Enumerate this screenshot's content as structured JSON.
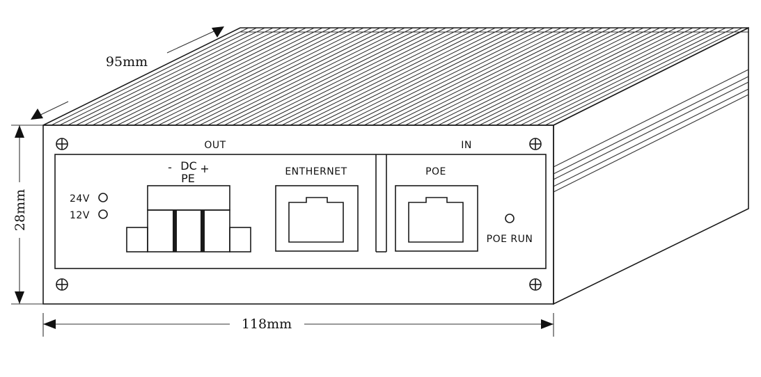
{
  "dimensions": {
    "depth": "95mm",
    "height": "28mm",
    "width": "118mm"
  },
  "panel": {
    "out_label": "OUT",
    "in_label": "IN",
    "dc_top": "DC",
    "dc_minus": "-",
    "dc_plus": "+",
    "dc_pe": "PE",
    "led_24v": "24V",
    "led_12v": "12V",
    "ethernet_label": "ENTHERNET",
    "poe_label": "POE",
    "poe_run_label": "POE RUN"
  },
  "colors": {
    "line": "#1a1a1a",
    "background": "#ffffff"
  }
}
